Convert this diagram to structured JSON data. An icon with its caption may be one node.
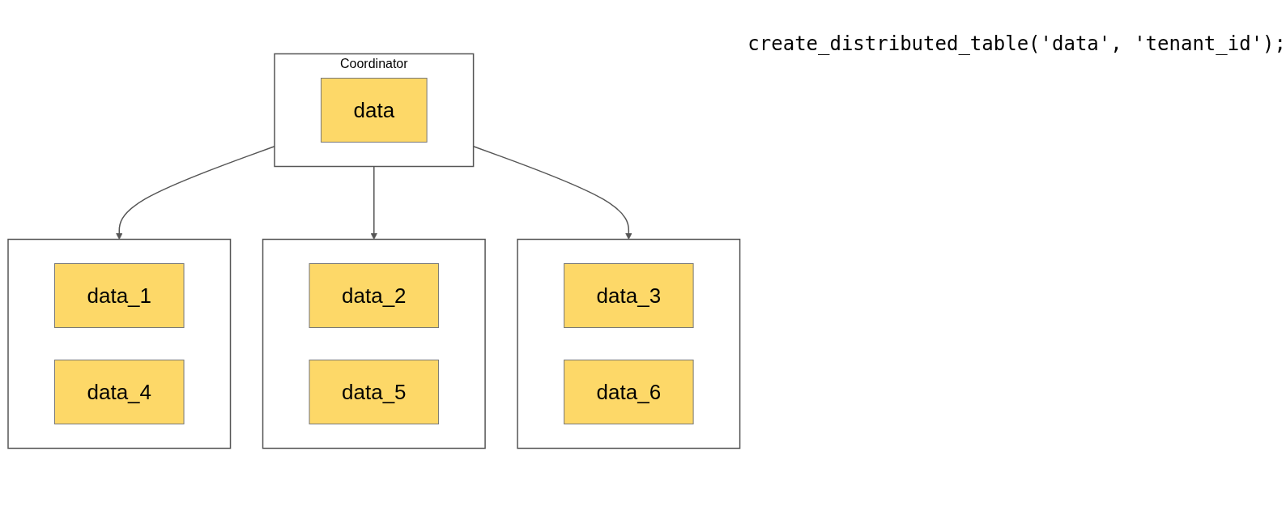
{
  "diagram": {
    "nodes": [
      {
        "text": [
          "Coordinator"
        ]
      },
      {
        "text": [
          "data"
        ],
        "in": 0
      },
      {
        "text": [],
        "shape": "box"
      },
      {
        "text": [
          "data_1"
        ],
        "in": 2
      },
      {
        "text": [
          "data_4"
        ],
        "in": 2
      },
      {
        "text": [],
        "shape": "box"
      },
      {
        "text": [
          "data_2"
        ],
        "in": 5
      },
      {
        "text": [
          "data_5"
        ],
        "in": 5
      },
      {
        "text": [],
        "shape": "box"
      },
      {
        "text": [
          "data_3"
        ],
        "in": 8
      },
      {
        "text": [
          "data_6"
        ],
        "in": 8
      }
    ],
    "edges": [
      {
        "from": 0,
        "to": 2,
        "arrow": "to"
      },
      {
        "from": 0,
        "to": 5,
        "arrow": "to"
      },
      {
        "from": 0,
        "to": 8,
        "arrow": "to"
      }
    ],
    "labels": [
      "create_distributed_table('data', 'tenant_id');"
    ]
  }
}
